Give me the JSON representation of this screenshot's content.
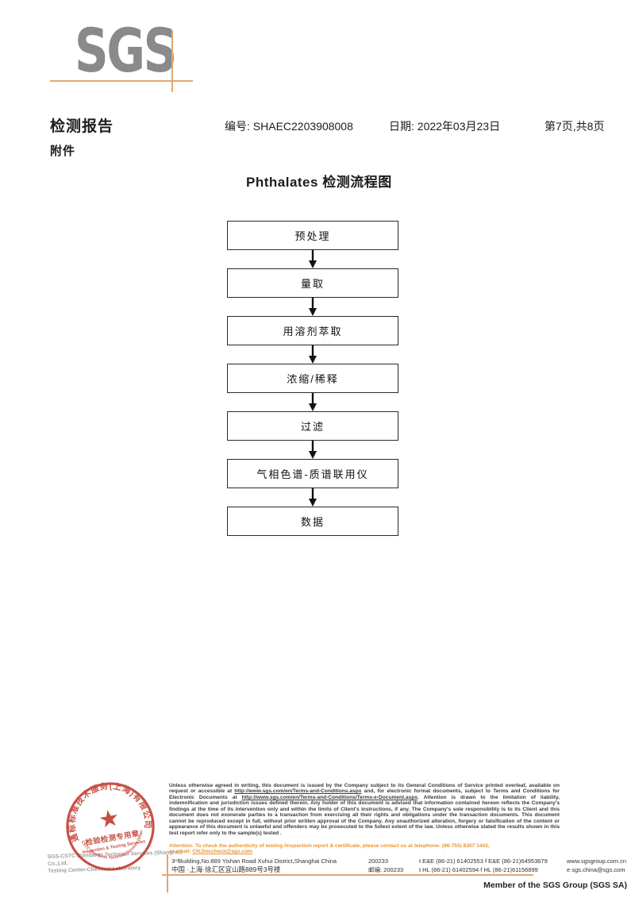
{
  "header": {
    "logo_text": "SGS",
    "report_title": "检测报告",
    "report_no": "编号: SHAEC2203908008",
    "date": "日期: 2022年03月23日",
    "page_info": "第7页,共8页",
    "attachment_label": "附件"
  },
  "flowchart": {
    "title": "Phthalates 检测流程图",
    "steps": [
      {
        "label": "预处理"
      },
      {
        "label": "量取"
      },
      {
        "label": "用溶剂萃取"
      },
      {
        "label": "浓缩/稀释"
      },
      {
        "label": "过滤"
      },
      {
        "label": "气相色谱-质谱联用仪"
      },
      {
        "label": "数据"
      }
    ]
  },
  "stamp": {
    "ring_top": "通标标准技术服务(上海)有限公司",
    "ring_bottom": "SGS-CSTC Standards Technical Services (Shanghai)",
    "star": "★",
    "title_cn": "检验检测专用章",
    "title_en": "Inspection & Testing Services",
    "company_line1": "SGS-CSTC Standards Technical Services (Shanghai) Co.,Ltd.",
    "company_line2": "Testing Center-Chemical Laboratory"
  },
  "footer": {
    "legal_segments": [
      {
        "text": "Unless otherwise agreed in writing, this document is issued by the Company subject to its General Conditions of Service printed overleaf, available on request or accessible at ",
        "link": false
      },
      {
        "text": "http://www.sgs.com/en/Terms-and-Conditions.aspx",
        "link": true
      },
      {
        "text": " and, for electronic format documents, subject to Terms and Conditions for Electronic Documents at ",
        "link": false
      },
      {
        "text": "http://www.sgs.com/en/Terms-and-Conditions/Terms-e-Document.aspx",
        "link": true
      },
      {
        "text": ". Attention is drawn to the limitation of liability, indemnification and jurisdiction issues defined therein. Any holder of this document is advised that information contained hereon reflects the Company's findings at the time of its intervention only and within the limits of Client's instructions, if any. The Company's sole responsibility is to its Client and this document does not exonerate parties to a transaction from exercising all their rights and obligations under the transaction documents. This document cannot be reproduced except in full, without prior written approval of the Company. Any unauthorized alteration, forgery or falsification of the content or appearance of this document is unlawful and offenders may be prosecuted to the fullest extent of the law. Unless otherwise stated the results shown in this test report refer only to the sample(s) tested .",
        "link": false
      }
    ],
    "attention_line1": "Attention: To check the authenticity of testing /inspection report & certificate, please contact us at telephone: (86-755) 8307 1443,",
    "attention_line2_prefix": "or email: ",
    "attention_email": "CN.Doccheck@sgs.com",
    "address_en": "3ʳᵈBuilding,No.889 Yishan Road Xuhui District,Shanghai China",
    "postcode_en": "200233",
    "phones_en": "t E&E (86-21) 61402553   f E&E (86-21)64953679",
    "website": "www.sgsgroup.com.cn",
    "address_cn": "中国 ·上海·徐汇区宜山路889号3号楼",
    "postcode_cn": "邮编: 200233",
    "phones_cn": "t HL (86-21) 61402594    f HL (86-21)61156899",
    "email": "e   sgs.china@sgs.com",
    "member_text": "Member of the SGS Group (SGS SA)"
  },
  "colors": {
    "tan": "#dfa775",
    "red": "#c0392b",
    "orange": "#e8952f",
    "logo_gray": "#8a8a8a"
  }
}
